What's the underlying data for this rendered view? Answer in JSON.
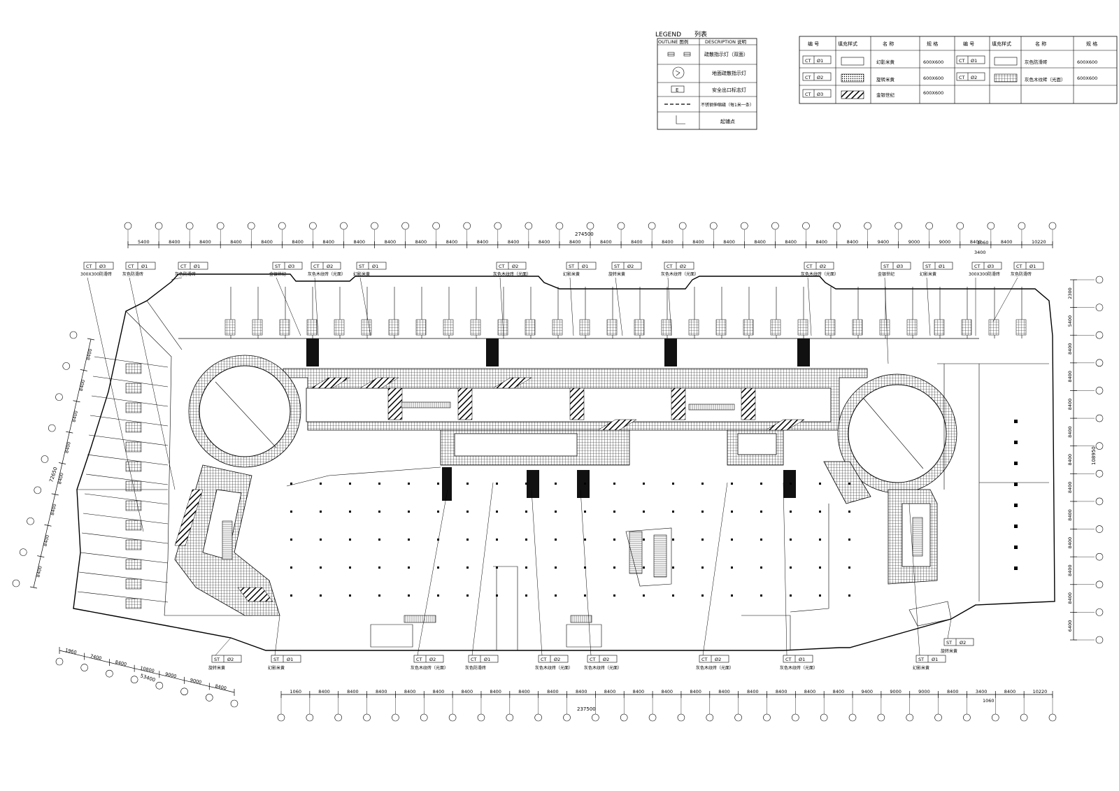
{
  "legend": {
    "title": "LEGEND",
    "title_cn": "列表",
    "col_outline": "OUTLINE 图例",
    "col_desc": "DESCRIPTION 说明",
    "rows": [
      {
        "icon": "direction-light-icon",
        "label": "疏散指示灯（双面）"
      },
      {
        "icon": "floor-light-icon",
        "label": "地面疏散指示灯"
      },
      {
        "icon": "exit-sign-icon",
        "label": "安全出口标志灯",
        "symbol": "E"
      },
      {
        "icon": "dashed-line-icon",
        "label": "不锈钢伸缩缝（每1米一条）"
      },
      {
        "icon": "start-point-icon",
        "label": "起铺点"
      }
    ]
  },
  "material_table": {
    "headers": [
      "编 号",
      "填充样式",
      "名   称",
      "规 格",
      "编 号",
      "填充样式",
      "名   称",
      "规 格"
    ],
    "rows": [
      [
        {
          "code": "CT",
          "num": "Ø1"
        },
        "幻影米黄",
        "600X600",
        {
          "code": "CT",
          "num": "Ø1"
        },
        "灰色防滑砖",
        "600X600"
      ],
      [
        {
          "code": "CT",
          "num": "Ø2"
        },
        "旋转米黄",
        "600X600",
        {
          "code": "CT",
          "num": "Ø2"
        },
        "灰色木纹砖（光面）",
        "600X600"
      ],
      [
        {
          "code": "CT",
          "num": "Ø3"
        },
        "金银世纪",
        "600X600",
        null,
        "",
        ""
      ]
    ]
  },
  "dims": {
    "top_total": "274500",
    "bottom_total": "237500",
    "right_total": "108950",
    "left_total": "72650",
    "bottom_left_total": "53400",
    "top_small": "1060",
    "top_small2": "3400",
    "bottom_small": "1060",
    "top_spans": [
      "5400",
      "8400",
      "8400",
      "8400",
      "8400",
      "8400",
      "8400",
      "8400",
      "8400",
      "8400",
      "8400",
      "8400",
      "8400",
      "8400",
      "8400",
      "8400",
      "8400",
      "8400",
      "8400",
      "8400",
      "8400",
      "8400",
      "8400",
      "8400",
      "9400",
      "9000",
      "9000",
      "8400",
      "8400",
      "10220"
    ],
    "bottom_spans": [
      "1060",
      "8400",
      "8400",
      "8400",
      "8400",
      "8400",
      "8400",
      "8400",
      "8400",
      "8400",
      "8400",
      "8400",
      "8400",
      "8400",
      "8400",
      "8400",
      "8400",
      "8400",
      "8400",
      "8400",
      "9400",
      "9000",
      "9000",
      "8400",
      "3400",
      "8400",
      "10220"
    ],
    "right_spans": [
      "2300",
      "5400",
      "8400",
      "8400",
      "8400",
      "8400",
      "8400",
      "8400",
      "8400",
      "8400",
      "8400",
      "8400",
      "6400"
    ],
    "left_spans": [
      "8400",
      "8400",
      "8400",
      "8400",
      "8400",
      "8400",
      "8400",
      "8400"
    ],
    "bottom_left_spans": [
      "1960",
      "7400",
      "8400",
      "10800",
      "9000",
      "9000",
      "8400"
    ]
  },
  "callouts_top": [
    {
      "code": "CT",
      "num": "Ø3",
      "label": "300X300防滑砖"
    },
    {
      "code": "CT",
      "num": "Ø1",
      "label": "灰色防滑砖"
    },
    {
      "code": "CT",
      "num": "Ø1",
      "label": "灰色防滑砖"
    },
    {
      "code": "ST",
      "num": "Ø3",
      "label": "金银世纪"
    },
    {
      "code": "CT",
      "num": "Ø2",
      "label": "灰色木纹砖（光面）"
    },
    {
      "code": "ST",
      "num": "Ø1",
      "label": "幻影米黄"
    },
    {
      "code": "CT",
      "num": "Ø2",
      "label": "灰色木纹砖（光面）"
    },
    {
      "code": "ST",
      "num": "Ø1",
      "label": "幻影米黄"
    },
    {
      "code": "ST",
      "num": "Ø2",
      "label": "旋转米黄"
    },
    {
      "code": "CT",
      "num": "Ø2",
      "label": "灰色木纹砖（光面）"
    },
    {
      "code": "CT",
      "num": "Ø2",
      "label": "灰色木纹砖（光面）"
    },
    {
      "code": "ST",
      "num": "Ø3",
      "label": "金银世纪"
    },
    {
      "code": "ST",
      "num": "Ø1",
      "label": "幻影米黄"
    },
    {
      "code": "CT",
      "num": "Ø3",
      "label": "300X300防滑砖"
    },
    {
      "code": "CT",
      "num": "Ø1",
      "label": "灰色防滑砖"
    }
  ],
  "callouts_bottom": [
    {
      "code": "ST",
      "num": "Ø2",
      "label": "旋转米黄"
    },
    {
      "code": "ST",
      "num": "Ø1",
      "label": "幻影米黄"
    },
    {
      "code": "CT",
      "num": "Ø2",
      "label": "灰色木纹砖（光面）"
    },
    {
      "code": "CT",
      "num": "Ø1",
      "label": "灰色防滑砖"
    },
    {
      "code": "CT",
      "num": "Ø2",
      "label": "灰色木纹砖（光面）"
    },
    {
      "code": "CT",
      "num": "Ø2",
      "label": "灰色木纹砖（光面）"
    },
    {
      "code": "CT",
      "num": "Ø2",
      "label": "灰色木纹砖（光面）"
    },
    {
      "code": "CT",
      "num": "Ø1",
      "label": "灰色木纹砖（光面）"
    },
    {
      "code": "ST",
      "num": "Ø1",
      "label": "幻影米黄"
    },
    {
      "code": "ST",
      "num": "Ø2",
      "label": "旋转米黄"
    }
  ]
}
